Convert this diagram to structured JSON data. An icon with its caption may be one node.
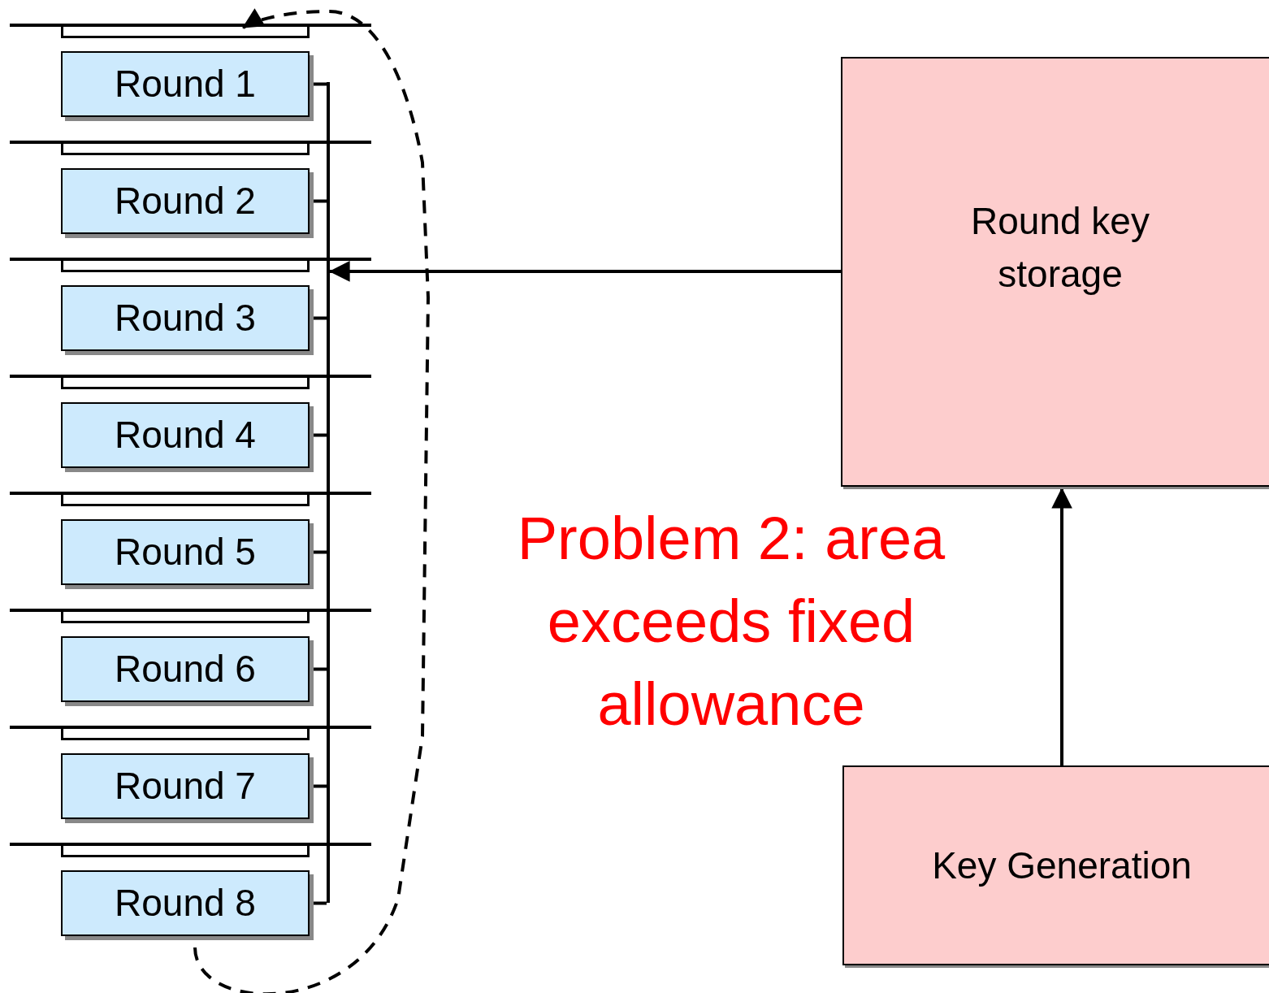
{
  "diagram": {
    "nodes": [
      {
        "text": [],
        "shape": "bar"
      },
      {
        "text": [
          "Round 1"
        ]
      },
      {
        "text": [],
        "shape": "bar"
      },
      {
        "text": [
          "Round 2"
        ]
      },
      {
        "text": [],
        "shape": "bar"
      },
      {
        "text": [
          "Round 3"
        ]
      },
      {
        "text": [],
        "shape": "bar"
      },
      {
        "text": [
          "Round 4"
        ]
      },
      {
        "text": [],
        "shape": "bar"
      },
      {
        "text": [
          "Round 5"
        ]
      },
      {
        "text": [],
        "shape": "bar"
      },
      {
        "text": [
          "Round 6"
        ]
      },
      {
        "text": [],
        "shape": "bar"
      },
      {
        "text": [
          "Round 7"
        ]
      },
      {
        "text": [],
        "shape": "bar"
      },
      {
        "text": [
          "Round 8"
        ]
      },
      {
        "text": [],
        "shape": "line"
      },
      {
        "text": [
          "Round key storage"
        ]
      },
      {
        "text": [
          "Key Generation"
        ]
      }
    ],
    "edges": [
      {
        "from": 18,
        "to": 17,
        "arrow": "to"
      },
      {
        "from": 17,
        "to": 16,
        "arrow": "to"
      },
      {
        "from": 16,
        "to": 1,
        "arrow": "none"
      },
      {
        "from": 16,
        "to": 3,
        "arrow": "none"
      },
      {
        "from": 16,
        "to": 5,
        "arrow": "none"
      },
      {
        "from": 16,
        "to": 7,
        "arrow": "none"
      },
      {
        "from": 16,
        "to": 9,
        "arrow": "none"
      },
      {
        "from": 16,
        "to": 11,
        "arrow": "none"
      },
      {
        "from": 16,
        "to": 13,
        "arrow": "none"
      },
      {
        "from": 16,
        "to": 15,
        "arrow": "none"
      },
      {
        "from": 15,
        "to": 0,
        "arrow": "to",
        "style": "dashed"
      }
    ],
    "labels": [
      "Problem 2: area exceeds fixed allowance"
    ]
  }
}
